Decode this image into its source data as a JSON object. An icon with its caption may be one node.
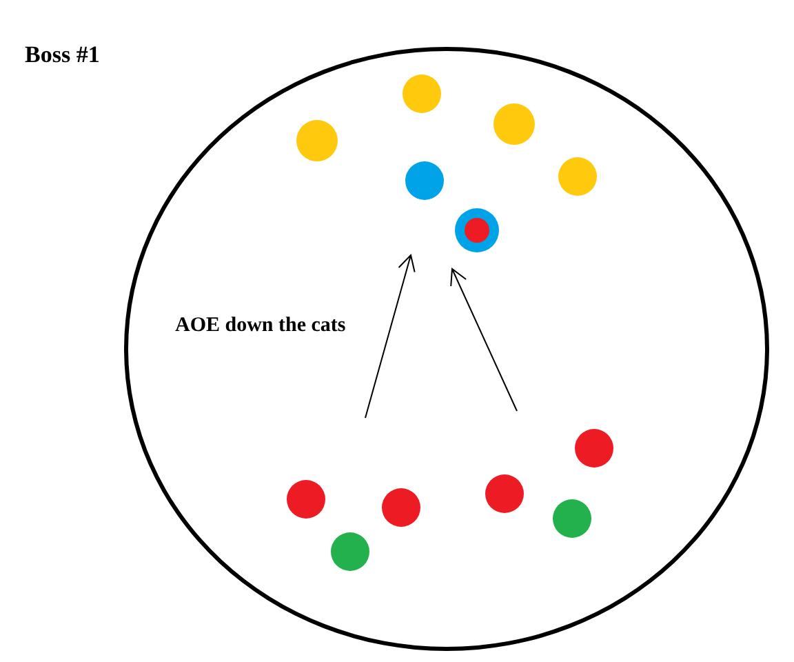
{
  "diagram": {
    "title": "Boss #1",
    "nodes": [
      {
        "text": [],
        "shape": "circle"
      },
      {
        "text": [],
        "shape": "circle",
        "in": 0
      },
      {
        "text": [],
        "shape": "circle",
        "in": 0
      },
      {
        "text": [],
        "shape": "circle",
        "in": 0
      },
      {
        "text": [],
        "shape": "circle",
        "in": 0
      },
      {
        "text": [],
        "shape": "circle",
        "in": 0
      },
      {
        "text": [],
        "shape": "circle",
        "in": 0
      },
      {
        "text": [],
        "shape": "circle",
        "in": 6
      },
      {
        "text": [],
        "shape": "circle",
        "in": 0
      },
      {
        "text": [],
        "shape": "circle",
        "in": 0
      },
      {
        "text": [],
        "shape": "circle",
        "in": 0
      },
      {
        "text": [],
        "shape": "circle",
        "in": 0
      },
      {
        "text": [],
        "shape": "circle",
        "in": 0
      },
      {
        "text": [],
        "shape": "circle",
        "in": 0
      }
    ],
    "labels": [
      "AOE down the cats"
    ]
  }
}
